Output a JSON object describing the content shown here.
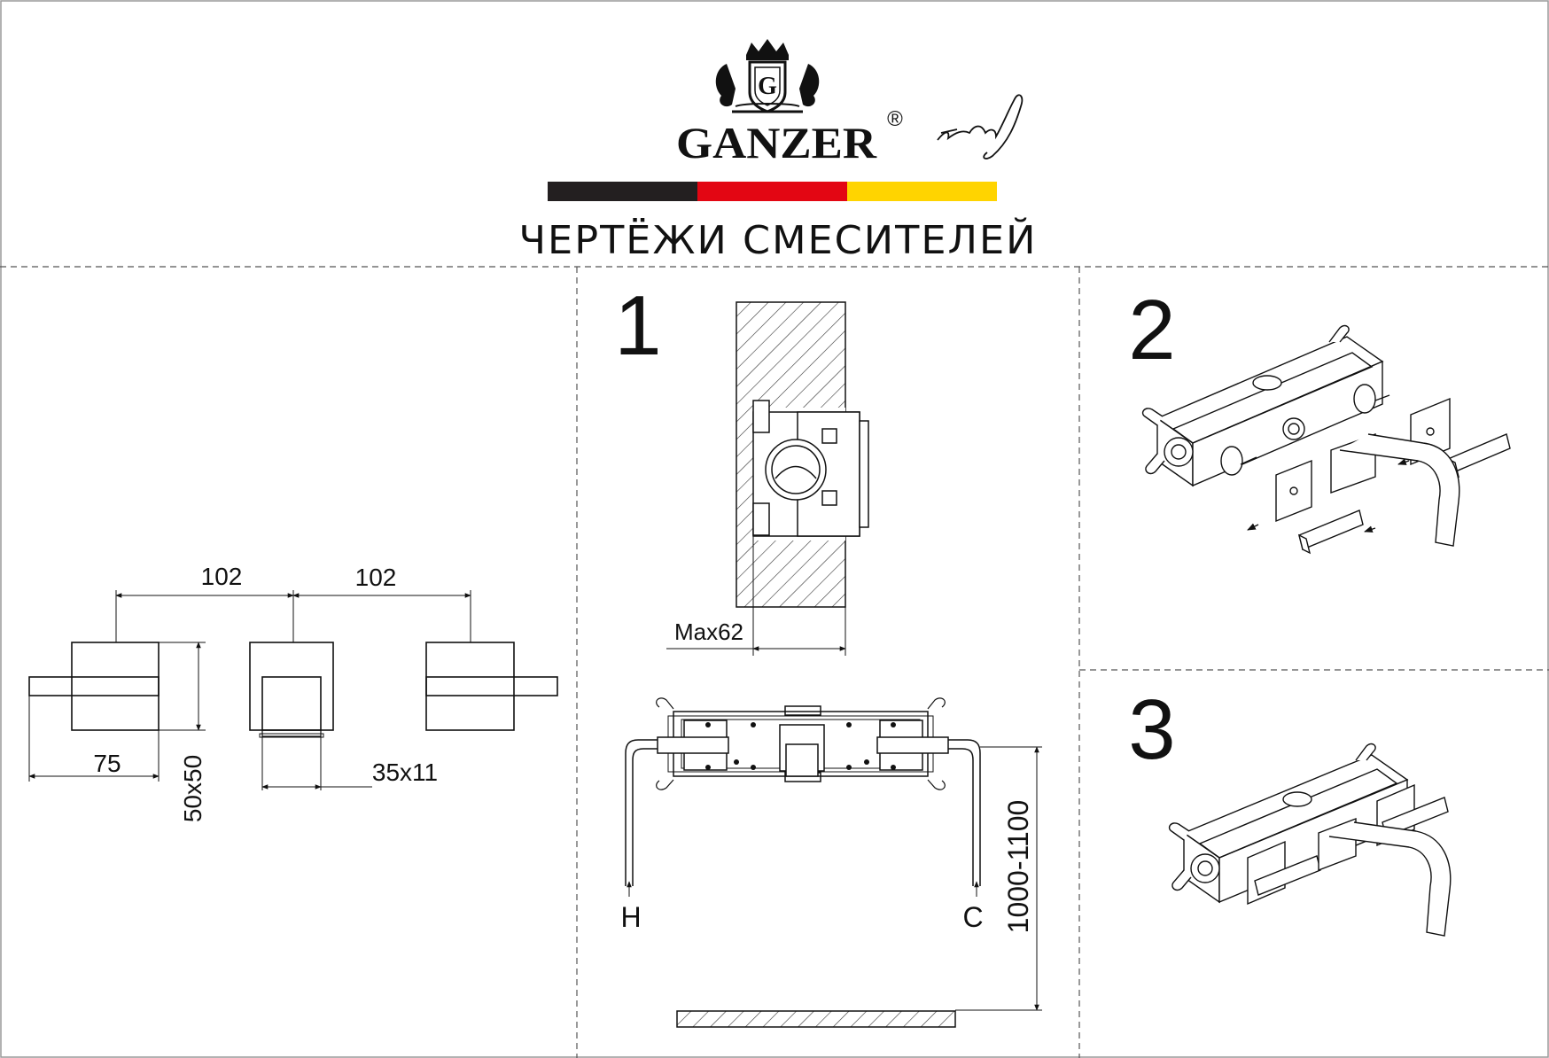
{
  "brand": {
    "name": "GANZER",
    "registered_mark": "®",
    "signature_text": "M.Ganzer",
    "flag_colors": [
      "#231f20",
      "#e30613",
      "#ffd400"
    ]
  },
  "title": "ЧЕРТЁЖИ СМЕСИТЕЛЕЙ",
  "panels": {
    "dimensions": {
      "dim_top_left": "102",
      "dim_top_right": "102",
      "dim_handle_length": "75",
      "dim_handle_size": "50x50",
      "dim_spout": "35x11"
    },
    "step1": {
      "number": "1",
      "max_depth_label": "Max62",
      "hot_label": "H",
      "cold_label": "C",
      "height_label": "1000-1100"
    },
    "step2": {
      "number": "2"
    },
    "step3": {
      "number": "3"
    }
  }
}
